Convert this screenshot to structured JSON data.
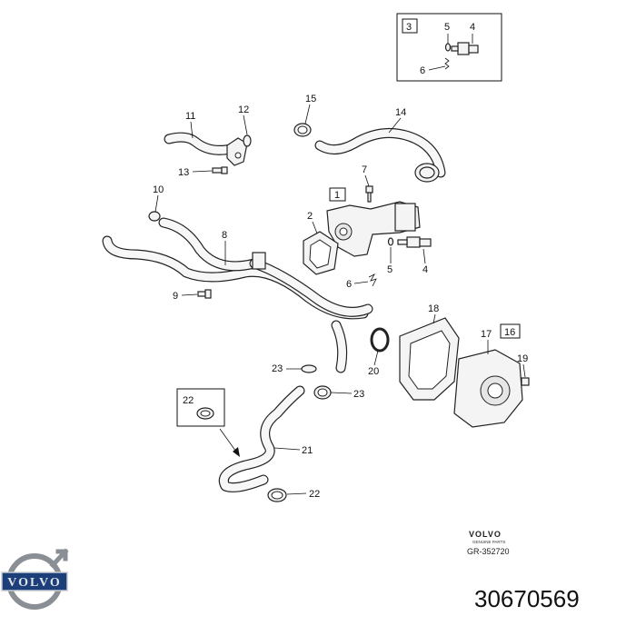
{
  "diagram": {
    "labels": [
      {
        "id": "lbl-3-box",
        "text": "3"
      },
      {
        "id": "lbl-5-top",
        "text": "5"
      },
      {
        "id": "lbl-4-top",
        "text": "4"
      },
      {
        "id": "lbl-6-top",
        "text": "6"
      },
      {
        "id": "lbl-15",
        "text": "15"
      },
      {
        "id": "lbl-14",
        "text": "14"
      },
      {
        "id": "lbl-11",
        "text": "11"
      },
      {
        "id": "lbl-12",
        "text": "12"
      },
      {
        "id": "lbl-13",
        "text": "13"
      },
      {
        "id": "lbl-10",
        "text": "10"
      },
      {
        "id": "lbl-7",
        "text": "7"
      },
      {
        "id": "lbl-1-box",
        "text": "1"
      },
      {
        "id": "lbl-2",
        "text": "2"
      },
      {
        "id": "lbl-8",
        "text": "8"
      },
      {
        "id": "lbl-5-mid",
        "text": "5"
      },
      {
        "id": "lbl-4-mid",
        "text": "4"
      },
      {
        "id": "lbl-6-mid",
        "text": "6"
      },
      {
        "id": "lbl-9",
        "text": "9"
      },
      {
        "id": "lbl-18",
        "text": "18"
      },
      {
        "id": "lbl-17",
        "text": "17"
      },
      {
        "id": "lbl-16-box",
        "text": "16"
      },
      {
        "id": "lbl-19",
        "text": "19"
      },
      {
        "id": "lbl-20",
        "text": "20"
      },
      {
        "id": "lbl-23-a",
        "text": "23"
      },
      {
        "id": "lbl-23-b",
        "text": "23"
      },
      {
        "id": "lbl-22-box",
        "text": "22"
      },
      {
        "id": "lbl-21",
        "text": "21"
      },
      {
        "id": "lbl-22",
        "text": "22"
      }
    ],
    "brand": "VOLVO",
    "brand_sub": "GENUINE PARTS",
    "drawing_code": "GR-352720"
  },
  "footer": {
    "logo_text": "VOLVO",
    "part_number": "30670569"
  }
}
